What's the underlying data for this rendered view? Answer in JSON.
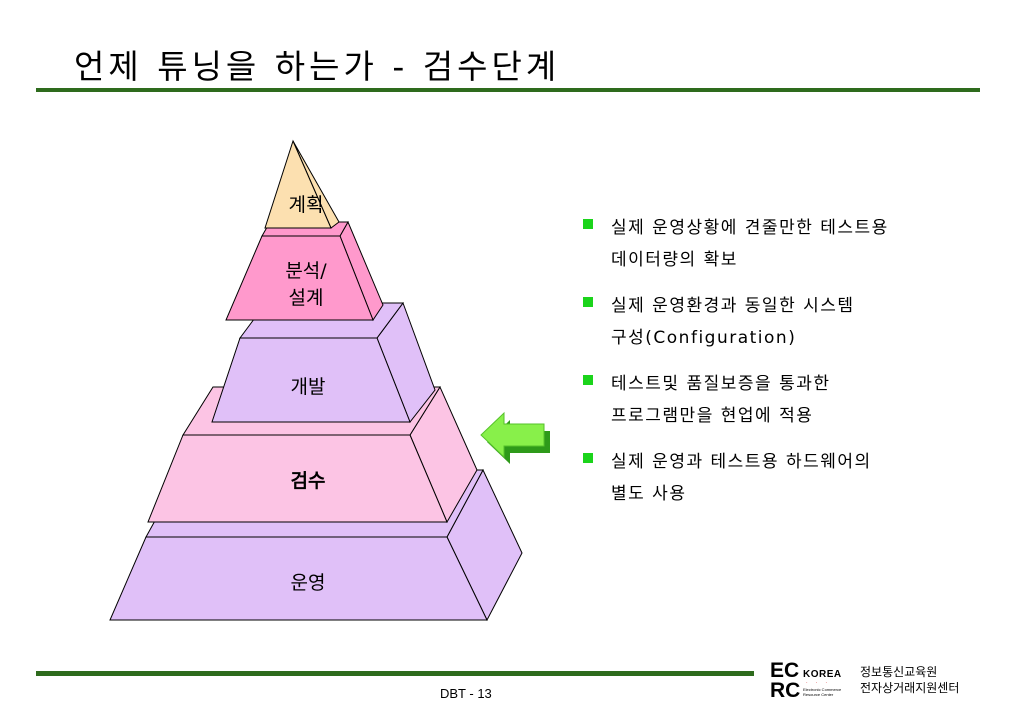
{
  "slide": {
    "title": "언제 튜닝을 하는가 - 검수단계"
  },
  "pyramid": {
    "levels": [
      {
        "id": "plan",
        "lines": [
          "계획"
        ],
        "color": "#fce0b0",
        "side": "#fce0b0"
      },
      {
        "id": "analysis",
        "lines": [
          "분석/",
          "설계"
        ],
        "color": "#ff99cc",
        "side": "#ff99cc"
      },
      {
        "id": "development",
        "lines": [
          "개발"
        ],
        "color": "#e0c0f8",
        "side": "#e0c0f8"
      },
      {
        "id": "inspection",
        "lines": [
          "검수"
        ],
        "color": "#fcc4e4",
        "side": "#fcc4e4",
        "bold": true
      },
      {
        "id": "operation",
        "lines": [
          "운영"
        ],
        "color": "#e0c0f8",
        "side": "#e0c0f8"
      }
    ],
    "arrow_color": "#66ee33"
  },
  "bullets": [
    {
      "lines": [
        "실제 운영상황에 견줄만한 테스트용",
        "데이터량의 확보"
      ]
    },
    {
      "lines": [
        "실제 운영환경과 동일한 시스템",
        "구성(Configuration)"
      ]
    },
    {
      "lines": [
        "테스트및 품질보증을 통과한",
        "프로그램만을 현업에 적용"
      ]
    },
    {
      "lines": [
        "실제 운영과 테스트용 하드웨어의",
        "별도 사용"
      ]
    }
  ],
  "bullet_color": "#1bd41b",
  "footer": {
    "page_label": "DBT  - 13",
    "logo": {
      "ec": "EC",
      "rc": "RC",
      "korea": "KOREA",
      "tagline": "Electronic Commerce Resource Center"
    },
    "org_line1": "정보통신교육원",
    "org_line2": "전자상거래지원센터"
  },
  "accent_color": "#2e6b1d"
}
